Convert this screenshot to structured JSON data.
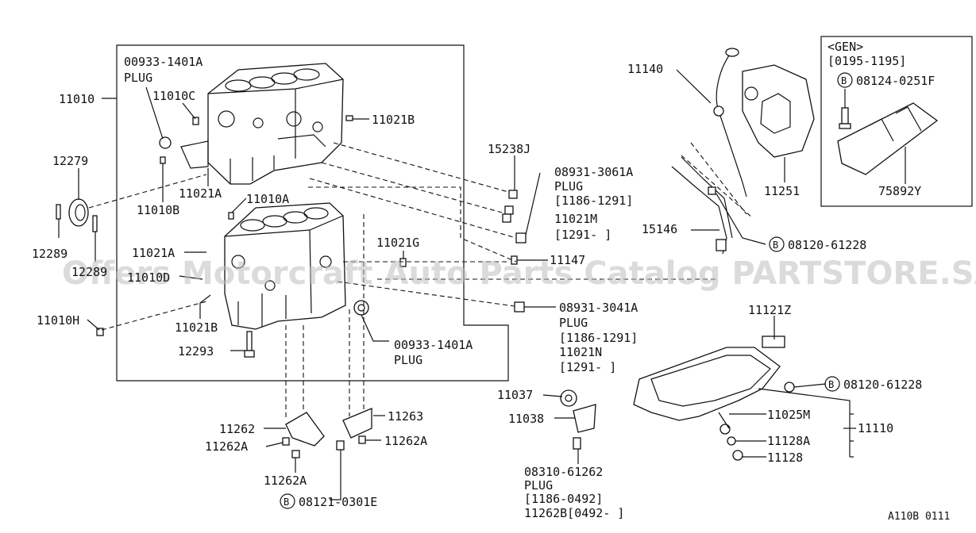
{
  "gen_box": {
    "title": "<GEN>",
    "range": "[0195-1195]",
    "bolt_prefix": "B",
    "bolt_code": "08124-0251F",
    "part": "75892Y"
  },
  "labels": {
    "l11010": "11010",
    "l00933a": "00933-1401A",
    "plug_a": "PLUG",
    "l11010c": "11010C",
    "l11021b_top": "11021B",
    "l12279": "12279",
    "l11021a_top": "11021A",
    "l11010b": "11010B",
    "l11010a": "11010A",
    "l12289a": "12289",
    "l12289b": "12289",
    "l11021a_mid": "11021A",
    "l11010d": "11010D",
    "l11010h": "11010H",
    "l11021b_bot": "11021B",
    "l12293": "12293",
    "l11021g": "11021G",
    "l00933b": "00933-1401A",
    "plug_b": "PLUG",
    "l15238j": "15238J",
    "l08931_3061": "08931-3061A",
    "plug_c": "PLUG",
    "range_c": "[1186-1291]",
    "l11021m": "11021M",
    "range_c2": "[1291-    ]",
    "l11147": "11147",
    "l08931_3041": "08931-3041A",
    "plug_d": "PLUG",
    "range_d": "[1186-1291]",
    "l11021n": "11021N",
    "range_d2": "[1291-    ]",
    "l11140": "11140",
    "l11251": "11251",
    "l15146": "15146",
    "b_prefix1": "B",
    "l08120a": "08120-61228",
    "l11121z": "11121Z",
    "b_prefix2": "B",
    "l08120b": "08120-61228",
    "l11025m": "11025M",
    "l11128a": "11128A",
    "l11128": "11128",
    "l11110": "11110",
    "l11037": "11037",
    "l11038": "11038",
    "l08310": "08310-61262",
    "plug_e": "PLUG",
    "range_e": "[1186-0492]",
    "l11262b": "11262B[0492-    ]",
    "l11262": "11262",
    "l11262a_l": "11262A",
    "l11263": "11263",
    "l11262a_r": "11262A",
    "l11262a_b": "11262A",
    "b_prefix3": "B",
    "l08121": "08121-0301E",
    "diagram_id": "A110B 0111"
  },
  "watermark": "Offers Motorcraft Auto Parts Catalog PARTSTORE.SA"
}
